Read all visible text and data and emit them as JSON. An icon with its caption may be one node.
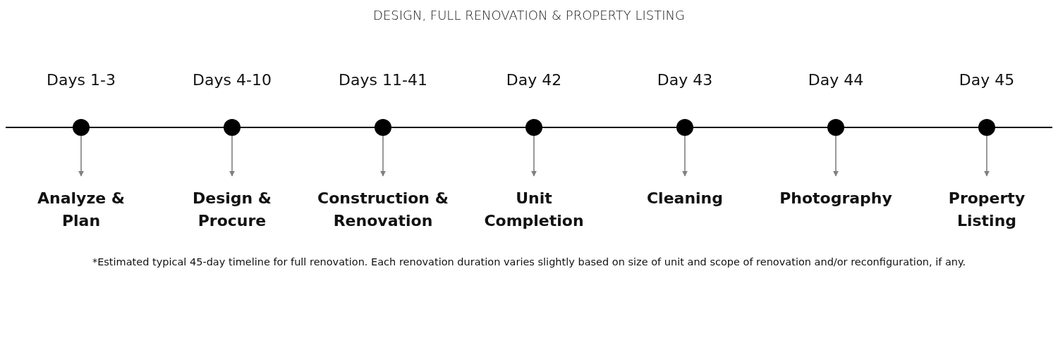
{
  "diagram": {
    "title": "DESIGN, FULL RENOVATION & PROPERTY LISTING",
    "caption": "*Estimated typical 45-day timeline for full renovation. Each renovation duration varies slightly based on size of unit and scope of renovation and/or reconfiguration, if any.",
    "nodes": [
      {
        "text": [],
        "shape": "circle",
        "beside": [
          "Days 1-3"
        ]
      },
      {
        "text": [],
        "shape": "circle",
        "beside": [
          "Days 4-10"
        ]
      },
      {
        "text": [],
        "shape": "circle",
        "beside": [
          "Days 11-41"
        ]
      },
      {
        "text": [],
        "shape": "circle",
        "beside": [
          "Day 42"
        ]
      },
      {
        "text": [],
        "shape": "circle",
        "beside": [
          "Day 43"
        ]
      },
      {
        "text": [],
        "shape": "circle",
        "beside": [
          "Day 44"
        ]
      },
      {
        "text": [],
        "shape": "circle",
        "beside": [
          "Day 45"
        ]
      },
      {
        "text": [
          "Analyze & Plan"
        ]
      },
      {
        "text": [
          "Design & Procure"
        ]
      },
      {
        "text": [
          "Construction & Renovation"
        ]
      },
      {
        "text": [
          "Unit Completion"
        ]
      },
      {
        "text": [
          "Cleaning"
        ]
      },
      {
        "text": [
          "Photography"
        ]
      },
      {
        "text": [
          "Property Listing"
        ]
      }
    ],
    "edges": [
      {
        "from": 0,
        "to": 1,
        "arrow": "none",
        "color": "#000000"
      },
      {
        "from": 1,
        "to": 2,
        "arrow": "none",
        "color": "#000000"
      },
      {
        "from": 2,
        "to": 3,
        "arrow": "none",
        "color": "#000000"
      },
      {
        "from": 3,
        "to": 4,
        "arrow": "none",
        "color": "#000000"
      },
      {
        "from": 4,
        "to": 5,
        "arrow": "none",
        "color": "#000000"
      },
      {
        "from": 5,
        "to": 6,
        "arrow": "none",
        "color": "#000000"
      },
      {
        "from": 0,
        "to": 7,
        "arrow": "to"
      },
      {
        "from": 1,
        "to": 8,
        "arrow": "to"
      },
      {
        "from": 2,
        "to": 9,
        "arrow": "to"
      },
      {
        "from": 3,
        "to": 10,
        "arrow": "to"
      },
      {
        "from": 4,
        "to": 11,
        "arrow": "to"
      },
      {
        "from": 5,
        "to": 12,
        "arrow": "to"
      },
      {
        "from": 6,
        "to": 13,
        "arrow": "to"
      }
    ]
  }
}
